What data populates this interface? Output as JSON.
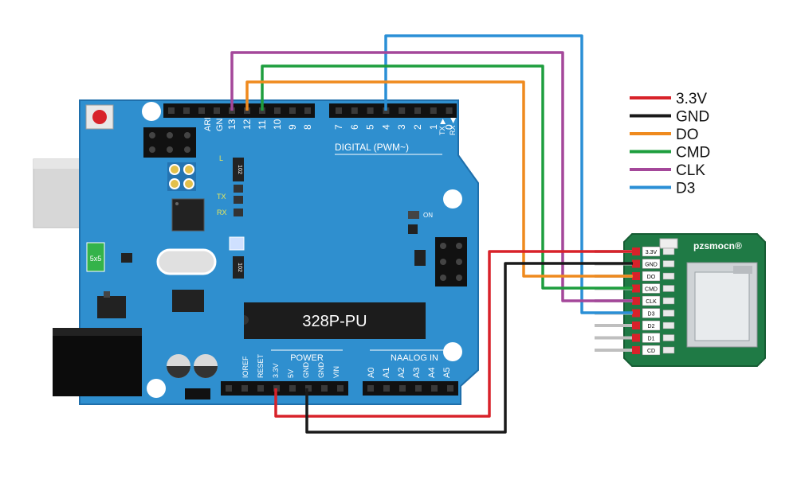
{
  "arduino": {
    "aref": "AREF",
    "gnd": "GND",
    "pins_left": [
      "13",
      "12",
      "11",
      "10",
      "9",
      "8"
    ],
    "pins_right": [
      "7",
      "6",
      "5",
      "4",
      "3",
      "2",
      "1",
      "0"
    ],
    "tx_arrow": "TX ▶",
    "rx_arrow": "RX ◀",
    "digital_label": "DIGITAL (PWM~)",
    "led_l": "L",
    "led_tx": "TX",
    "led_rx": "RX",
    "on_label": "ON",
    "fuse_label": "5x5",
    "resistor_code": "102",
    "chip_label": "328P-PU",
    "power_label": "POWER",
    "analog_label": "NAALOG IN",
    "power_pins": [
      "IOREF",
      "RESET",
      "3.3V",
      "5V",
      "GND",
      "GND",
      "VIN"
    ],
    "analog_pins": [
      "A0",
      "A1",
      "A2",
      "A3",
      "A4",
      "A5"
    ]
  },
  "module": {
    "brand": "pzsmocn®",
    "pins": [
      "3.3V",
      "GND",
      "DO",
      "CMD",
      "CLK",
      "D3",
      "D2",
      "D1",
      "CD"
    ]
  },
  "legend": [
    {
      "label": "3.3V",
      "color": "#d8222a"
    },
    {
      "label": "GND",
      "color": "#1a1a1a"
    },
    {
      "label": "DO",
      "color": "#ef8a1e"
    },
    {
      "label": "CMD",
      "color": "#1e9e3e"
    },
    {
      "label": "CLK",
      "color": "#a4479a"
    },
    {
      "label": "D3",
      "color": "#2a8fd6"
    }
  ],
  "colors": {
    "board": "#2f8fcf",
    "board_dark": "#1f6fab",
    "module": "#1f7a45"
  }
}
